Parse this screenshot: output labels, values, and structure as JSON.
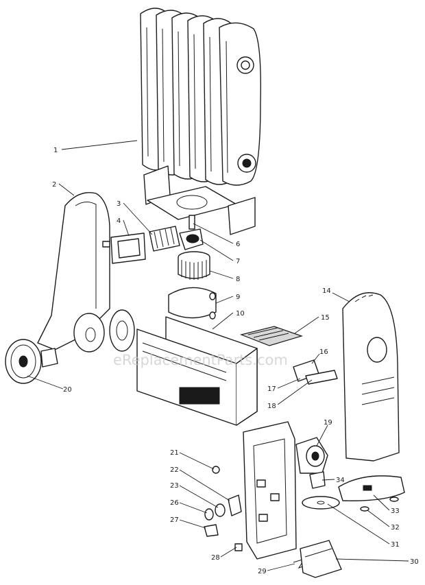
{
  "watermark": "eReplacementParts.com",
  "callouts": [
    "1",
    "2",
    "3",
    "4",
    "6",
    "7",
    "8",
    "9",
    "10",
    "14",
    "15",
    "16",
    "17",
    "18",
    "19",
    "20",
    "21",
    "22",
    "23",
    "26",
    "27",
    "28",
    "29",
    "30",
    "31",
    "32",
    "33",
    "34"
  ]
}
